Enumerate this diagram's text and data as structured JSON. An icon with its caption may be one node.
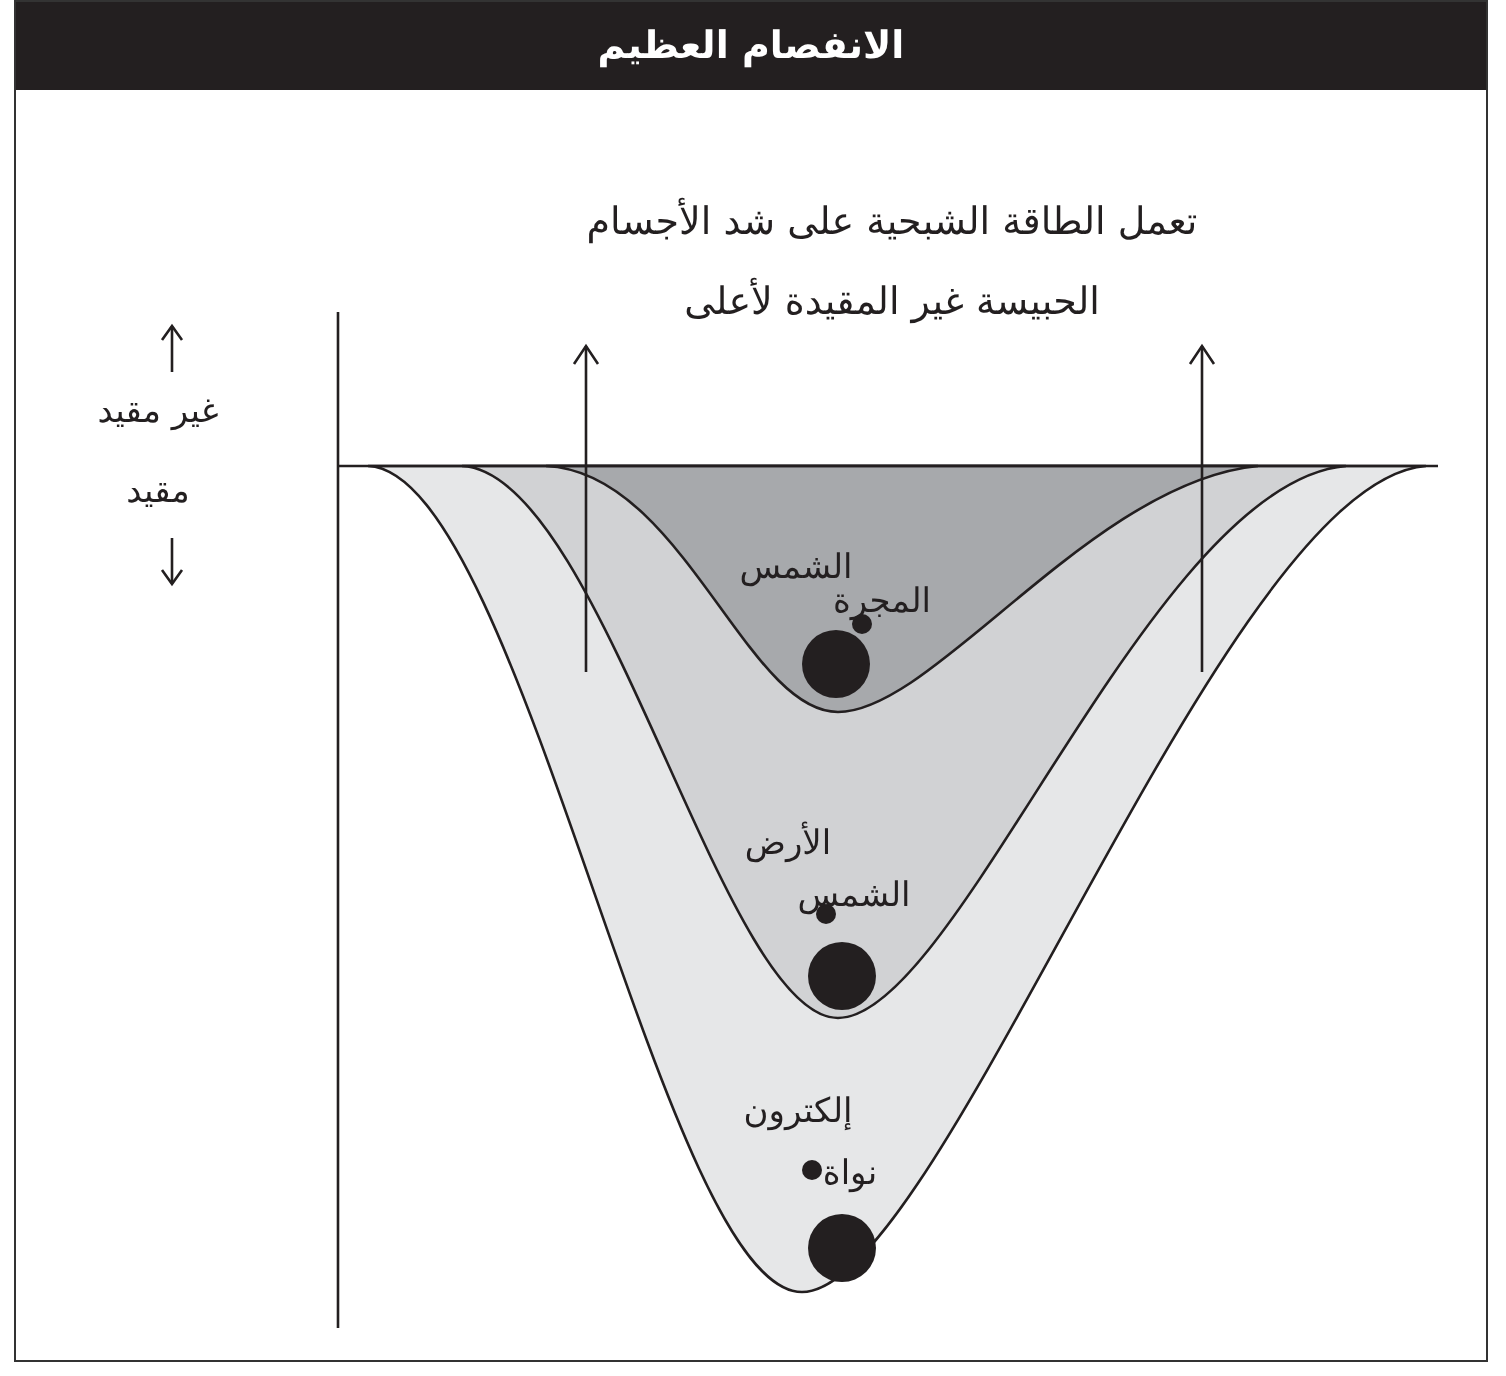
{
  "diagram": {
    "title": "الانفصام العظيم",
    "labels": [
      "تعمل الطاقة الشبحية على شد الأجسام الحبيسة غير المقيدة لأعلى",
      "غير مقيد",
      "مقيد",
      "الشمس",
      "المجرة",
      "الأرض",
      "الشمس",
      "إلكترون",
      "نواة"
    ]
  }
}
